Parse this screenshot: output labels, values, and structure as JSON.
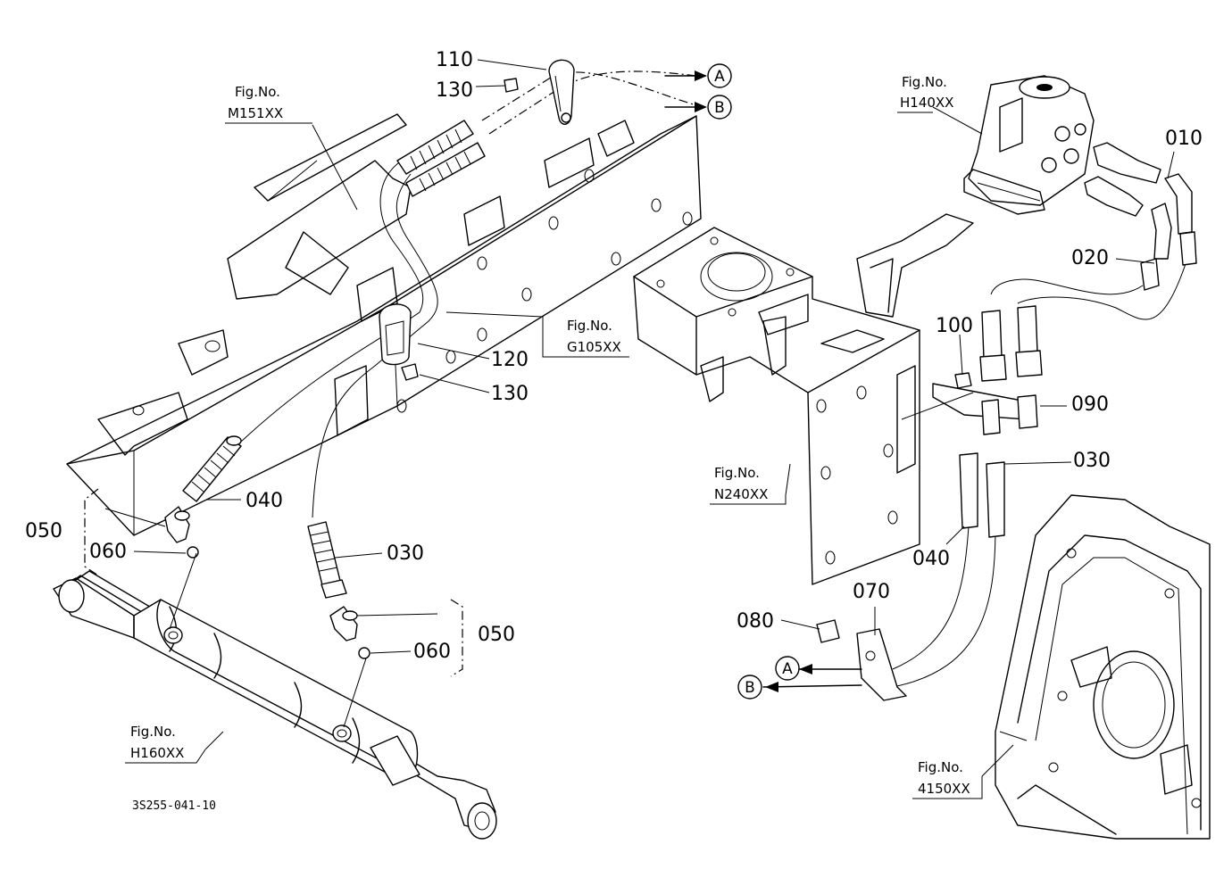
{
  "drawing_code": "3S255-041-10",
  "part_numbers": {
    "p010": "010",
    "p020": "020",
    "p030a": "030",
    "p030b": "030",
    "p040a": "040",
    "p040b": "040",
    "p050a": "050",
    "p050b": "050",
    "p060a": "060",
    "p060b": "060",
    "p070": "070",
    "p080": "080",
    "p090": "090",
    "p100": "100",
    "p110": "110",
    "p120": "120",
    "p130a": "130",
    "p130b": "130"
  },
  "figure_refs": {
    "m151": {
      "label": "Fig.No.",
      "code": "M151XX"
    },
    "g105": {
      "label": "Fig.No.",
      "code": "G105XX"
    },
    "h140": {
      "label": "Fig.No.",
      "code": "H140XX"
    },
    "n240": {
      "label": "Fig.No.",
      "code": "N240XX"
    },
    "h160": {
      "label": "Fig.No.",
      "code": "H160XX"
    },
    "f4150": {
      "label": "Fig.No.",
      "code": "4150XX"
    }
  },
  "connectors": {
    "a_top": "A",
    "b_top": "B",
    "a_bottom": "A",
    "b_bottom": "B"
  }
}
